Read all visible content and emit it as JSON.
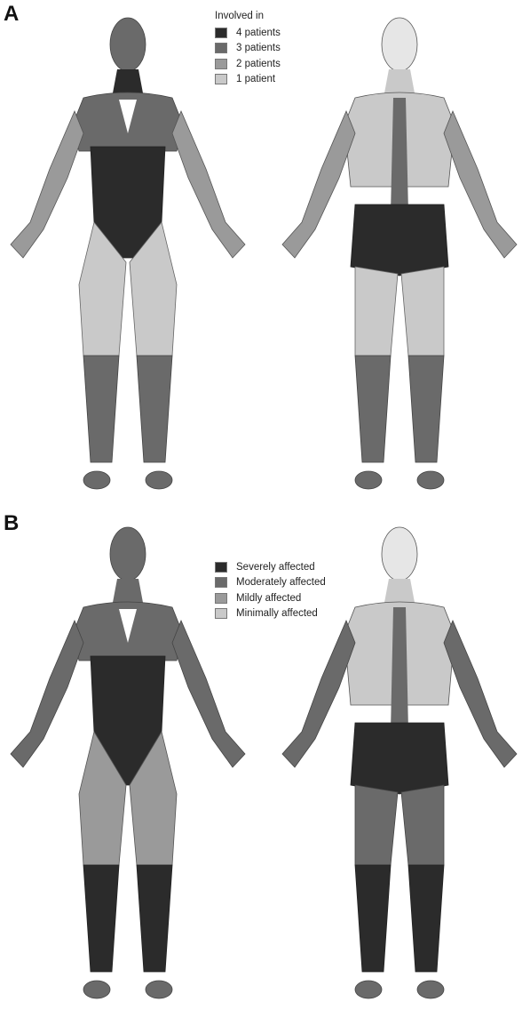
{
  "panels": [
    {
      "letter": "A",
      "legend_title": "Involved in",
      "legend": [
        {
          "label": "4 patients",
          "color": "#2b2b2b"
        },
        {
          "label": "3 patients",
          "color": "#6a6a6a"
        },
        {
          "label": "2 patients",
          "color": "#9a9a9a"
        },
        {
          "label": "1 patient",
          "color": "#c9c9c9"
        }
      ]
    },
    {
      "letter": "B",
      "legend_title": "",
      "legend": [
        {
          "label": "Severely affected",
          "color": "#2b2b2b"
        },
        {
          "label": "Moderately affected",
          "color": "#6a6a6a"
        },
        {
          "label": "Mildly affected",
          "color": "#9a9a9a"
        },
        {
          "label": "Minimally affected",
          "color": "#c9c9c9"
        }
      ]
    }
  ],
  "colors": {
    "severe": "#2b2b2b",
    "moderate": "#6a6a6a",
    "mild": "#9a9a9a",
    "minimal": "#c9c9c9",
    "unaffected": "#e6e6e6"
  }
}
